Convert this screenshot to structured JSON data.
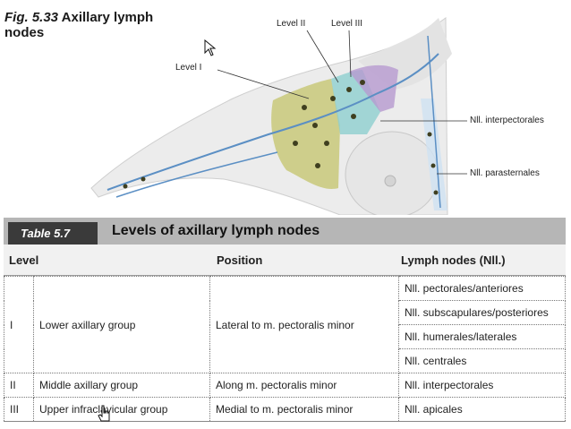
{
  "figure": {
    "number": "Fig. 5.33",
    "title_line1": "Axillary lymph",
    "title_line2": "nodes",
    "labels": {
      "level1": "Level I",
      "level2": "Level II",
      "level3": "Level III",
      "interpectoral": "Nll. interpectorales",
      "parasternal": "Nll. parasternales"
    }
  },
  "table": {
    "number": "Table 5.7",
    "title": "Levels of axillary lymph nodes",
    "headers": {
      "level": "Level",
      "position": "Position",
      "nodes": "Lymph nodes (Nll.)"
    },
    "rows": [
      {
        "level": "I",
        "group": "Lower axillary group",
        "position": "Lateral to m. pectoralis minor",
        "nodes": [
          "Nll. pectorales/anteriores",
          "Nll. subscapulares/posteriores",
          "Nll. humerales/laterales",
          "Nll. centrales"
        ]
      },
      {
        "level": "II",
        "group": "Middle axillary group",
        "position": "Along m. pectoralis minor",
        "nodes": [
          "Nll. interpectorales"
        ]
      },
      {
        "level": "III",
        "group": "Upper infraclavicular group",
        "position": "Medial to m. pectoralis minor",
        "nodes": [
          "Nll. apicales"
        ]
      }
    ]
  },
  "colors": {
    "level1": "#c9c97a",
    "level2": "#8fd0cf",
    "level3": "#b79ad0",
    "vessels": "#5b8fc4",
    "header_bar": "#b6b6b6",
    "table_tag": "#3a3a3a"
  }
}
